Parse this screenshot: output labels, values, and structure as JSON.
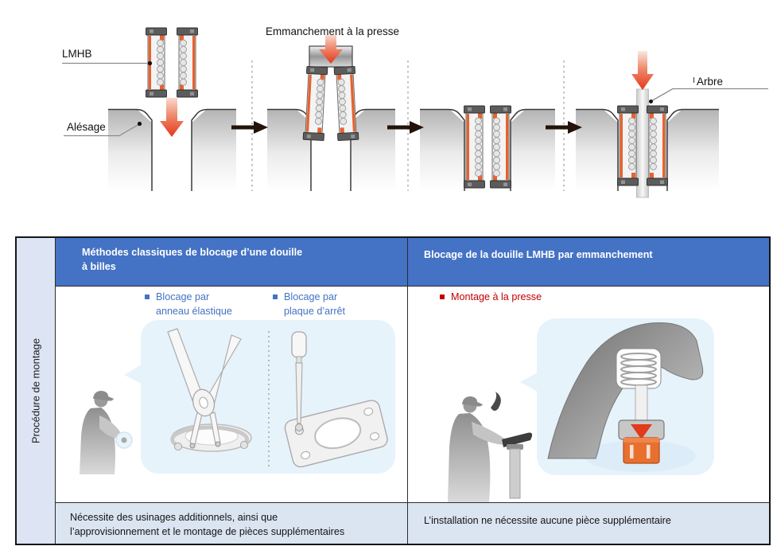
{
  "diagram": {
    "press_label": "Emmanchement à la presse",
    "lmhb_label": "LMHB",
    "bore_label": "Alésage",
    "shaft_label": "Arbre"
  },
  "table": {
    "row_label": "Procédure de montage",
    "classic": {
      "header_lines": [
        "Méthodes classiques de blocage d’une douille",
        "à billes"
      ],
      "bullet1_lines": [
        "Blocage par",
        "anneau élastique"
      ],
      "bullet2_lines": [
        "Blocage par",
        "plaque d’arrêt"
      ],
      "footer_lines": [
        "Nécessite des usinages additionnels, ainsi que",
        "l’approvisionnement et le montage de pièces supplémentaires"
      ]
    },
    "lmhb": {
      "header_lines": [
        "Blocage de la douille LMHB par emmanchement"
      ],
      "bullet1_lines": [
        "Montage  à la presse"
      ],
      "footer_lines": [
        "L’installation  ne nécessite aucune pièce  supplémentaire"
      ]
    }
  },
  "colors": {
    "header_blue": "#4472C4",
    "accent_blue": "#4472C4",
    "accent_red": "#C00000",
    "seal_orange": "#E8622D",
    "arrow_red": "#E5371B",
    "panel_light_blue": "#E7F3FB",
    "footer_row_blue": "#DBE5F2",
    "side_col_blue": "#DDE4F4"
  }
}
